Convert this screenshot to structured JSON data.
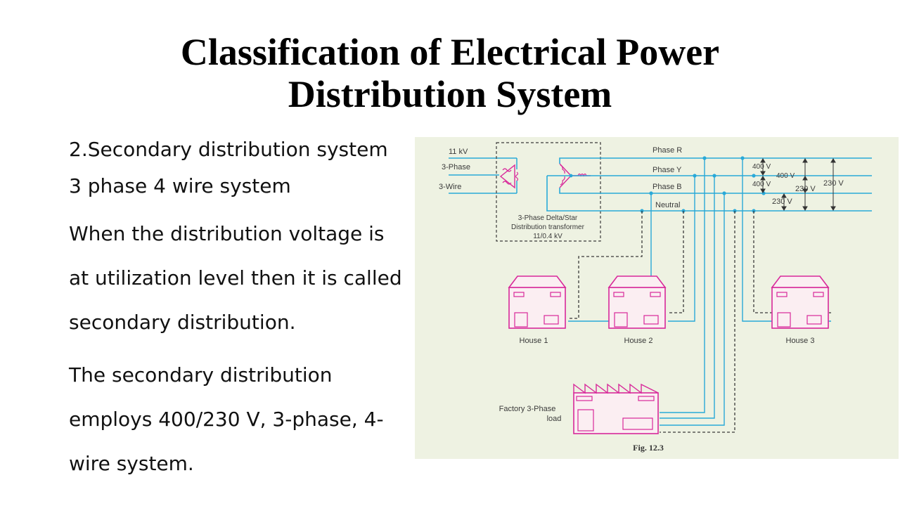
{
  "slide": {
    "title_line1": "Classification of Electrical Power",
    "title_line2": "Distribution System"
  },
  "body": {
    "heading": "2.Secondary distribution system",
    "subheading": "3 phase 4 wire system",
    "para1_line1": " When the distribution voltage is",
    "para1_line2": "at utilization level then it is called",
    "para1_line3": "secondary distribution.",
    "para2_line1": " The secondary distribution",
    "para2_line2": "employs 400/230 V, 3-phase, 4-",
    "para2_line3": "wire system."
  },
  "figure": {
    "input_kv": "11 kV",
    "input_phase": "3-Phase",
    "input_wire": "3-Wire",
    "phase_r": "Phase R",
    "phase_y": "Phase Y",
    "phase_b": "Phase B",
    "neutral": "Neutral",
    "transformer_line1": "3-Phase Delta/Star",
    "transformer_line2": "Distribution transformer",
    "transformer_line3": "11/0.4 kV",
    "v400_a": "400 V",
    "v400_b": "400 V",
    "v400_c": "400 V",
    "v230_a": "230 V",
    "v230_b": "230 V",
    "v230_c": "230 V",
    "house1": "House 1",
    "house2": "House 2",
    "house3": "House 3",
    "factory_line1": "Factory 3-Phase",
    "factory_line2": "load",
    "fig_caption": "Fig. 12.3"
  },
  "colors": {
    "background_panel": "#eef2e2",
    "wire": "#29a9d8",
    "neutral_dashed": "#3a3a3a",
    "building": "#d8289a",
    "building_fill": "#fbeef2"
  }
}
